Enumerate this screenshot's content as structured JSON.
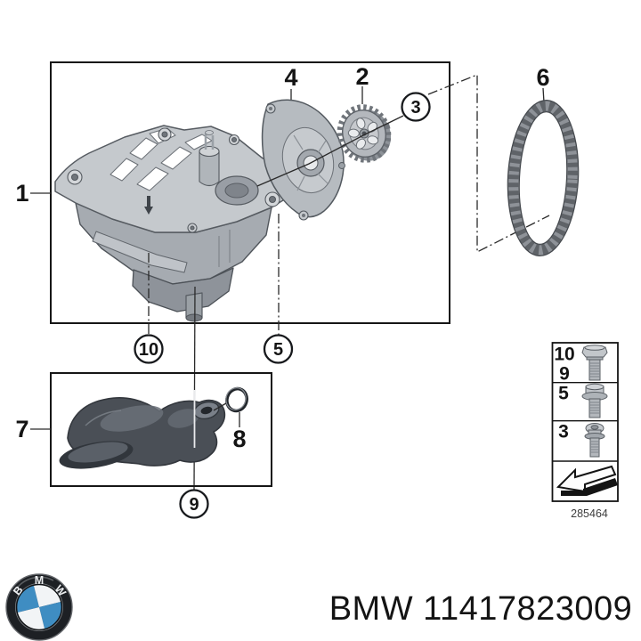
{
  "callouts": {
    "pos1": "1",
    "pos2": "2",
    "pos3": "3",
    "pos4": "4",
    "pos5": "5",
    "pos6": "6",
    "pos7": "7",
    "pos8": "8",
    "pos9": "9",
    "pos10": "10"
  },
  "legend": {
    "row1_top": "10",
    "row1_bottom": "9",
    "row2": "5",
    "row3": "3",
    "code": "285464",
    "icons": {
      "row1": "hex-bolt-icon",
      "row2": "flange-bolt-icon",
      "row3": "socket-bolt-icon",
      "row4": "direction-arrow-icon"
    }
  },
  "footer": {
    "logo_letters": {
      "b": "B",
      "m": "M",
      "w": "W"
    },
    "part_text": "BMW 11417823009"
  },
  "colors": {
    "outline": "#17191c",
    "roundel_blue": "#3f8dc2",
    "metal_light": "#c5c9cd",
    "metal_mid": "#a6abb1",
    "metal_dark": "#8e939a",
    "pipe_dark": "#4a4f56",
    "chain_gray": "#5f6368"
  }
}
